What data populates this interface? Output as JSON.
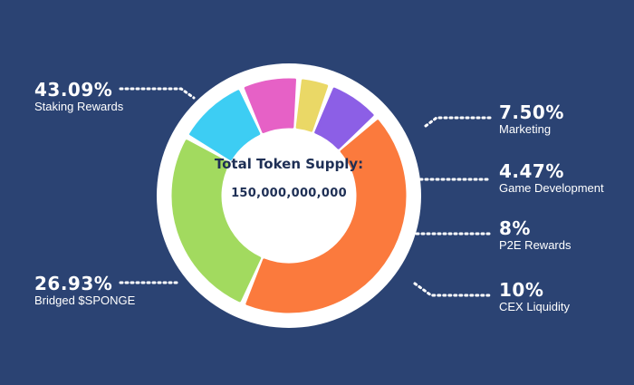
{
  "chart_data": {
    "type": "pie",
    "center_title": "Total Token Supply:",
    "center_value": "150,000,000,000",
    "slices": [
      {
        "label": "Staking Rewards",
        "pct_text": "43.09%",
        "value": 43.09,
        "color": "#fb7a3d"
      },
      {
        "label": "Bridged $SPONGE",
        "pct_text": "26.93%",
        "value": 26.93,
        "color": "#a2da5f"
      },
      {
        "label": "CEX Liquidity",
        "pct_text": "10%",
        "value": 10,
        "color": "#3dcdf3"
      },
      {
        "label": "P2E Rewards",
        "pct_text": "8%",
        "value": 8,
        "color": "#e661c6"
      },
      {
        "label": "Game Development",
        "pct_text": "4.47%",
        "value": 4.47,
        "color": "#ead866"
      },
      {
        "label": "Marketing",
        "pct_text": "7.50%",
        "value": 7.5,
        "color": "#8c5fe6"
      }
    ]
  },
  "colors": {
    "background": "#2b4373",
    "ring": "#ffffff",
    "connector": "#ffffff",
    "center_text": "#1e2f55"
  }
}
